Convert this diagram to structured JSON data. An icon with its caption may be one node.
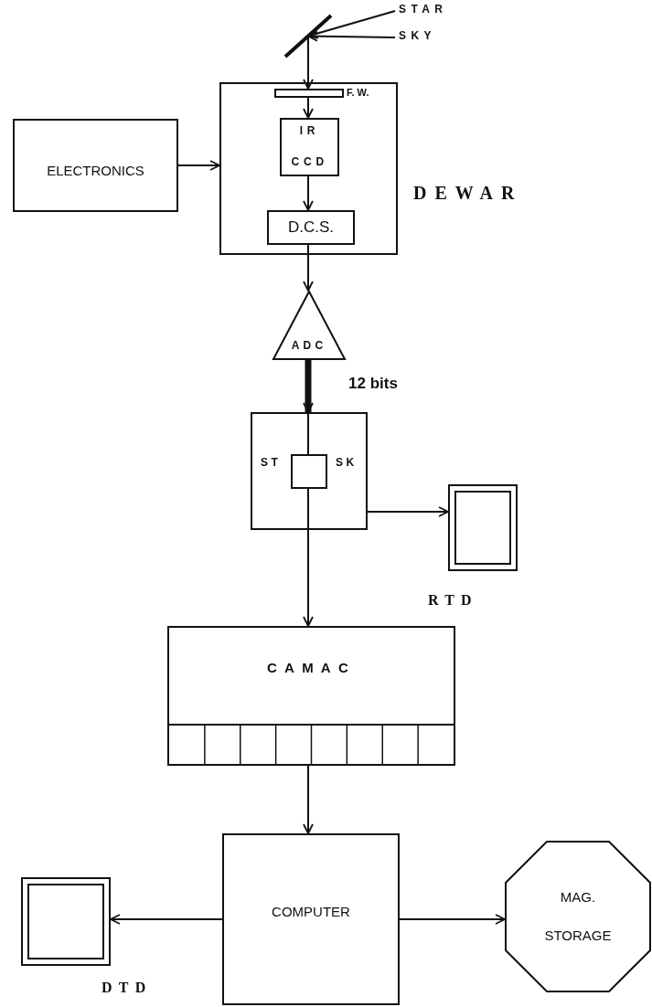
{
  "diagram": {
    "nodes": [
      {
        "text": [
          "STAR"
        ]
      },
      {
        "text": [
          "SKY"
        ]
      },
      {
        "text": [],
        "shape": "line"
      },
      {
        "text": [],
        "shape": "box",
        "beside": [
          "DEWAR"
        ]
      },
      {
        "text": [],
        "shape": "bar",
        "beside": [
          "F. W."
        ],
        "in": 3
      },
      {
        "text": [
          "IR CCD"
        ],
        "in": 3
      },
      {
        "text": [
          "D.C.S."
        ],
        "in": 3
      },
      {
        "text": [
          "ELECTRONICS"
        ]
      },
      {
        "text": [
          "ADC"
        ]
      },
      {
        "text": [
          "ST",
          "SK"
        ]
      },
      {
        "text": [],
        "shape": "box",
        "in": 9
      },
      {
        "text": [],
        "shape": "box",
        "beside": [
          "RTD"
        ]
      },
      {
        "text": [
          "CAMAC"
        ]
      },
      {
        "text": [
          "COMPUTER"
        ]
      },
      {
        "text": [],
        "shape": "box",
        "beside": [
          "DTD"
        ]
      },
      {
        "text": [
          "MAG. STORAGE"
        ]
      }
    ],
    "edges": [
      {
        "from": 0,
        "to": 2,
        "arrow": "to"
      },
      {
        "from": 1,
        "to": 2,
        "arrow": "to"
      },
      {
        "from": 2,
        "to": 4,
        "arrow": "to"
      },
      {
        "from": 4,
        "to": 5,
        "arrow": "to"
      },
      {
        "from": 5,
        "to": 6,
        "arrow": "to"
      },
      {
        "from": 7,
        "to": 3,
        "arrow": "to"
      },
      {
        "from": 6,
        "to": 8,
        "arrow": "to"
      },
      {
        "from": 8,
        "to": 9,
        "arrow": "to",
        "label": "12 bits",
        "style": "thick"
      },
      {
        "from": 9,
        "to": 10,
        "arrow": "none"
      },
      {
        "from": 9,
        "to": 11,
        "arrow": "to"
      },
      {
        "from": 10,
        "to": 12,
        "arrow": "to"
      },
      {
        "from": 12,
        "to": 13,
        "arrow": "to"
      },
      {
        "from": 13,
        "to": 14,
        "arrow": "to"
      },
      {
        "from": 13,
        "to": 15,
        "arrow": "to"
      }
    ]
  }
}
